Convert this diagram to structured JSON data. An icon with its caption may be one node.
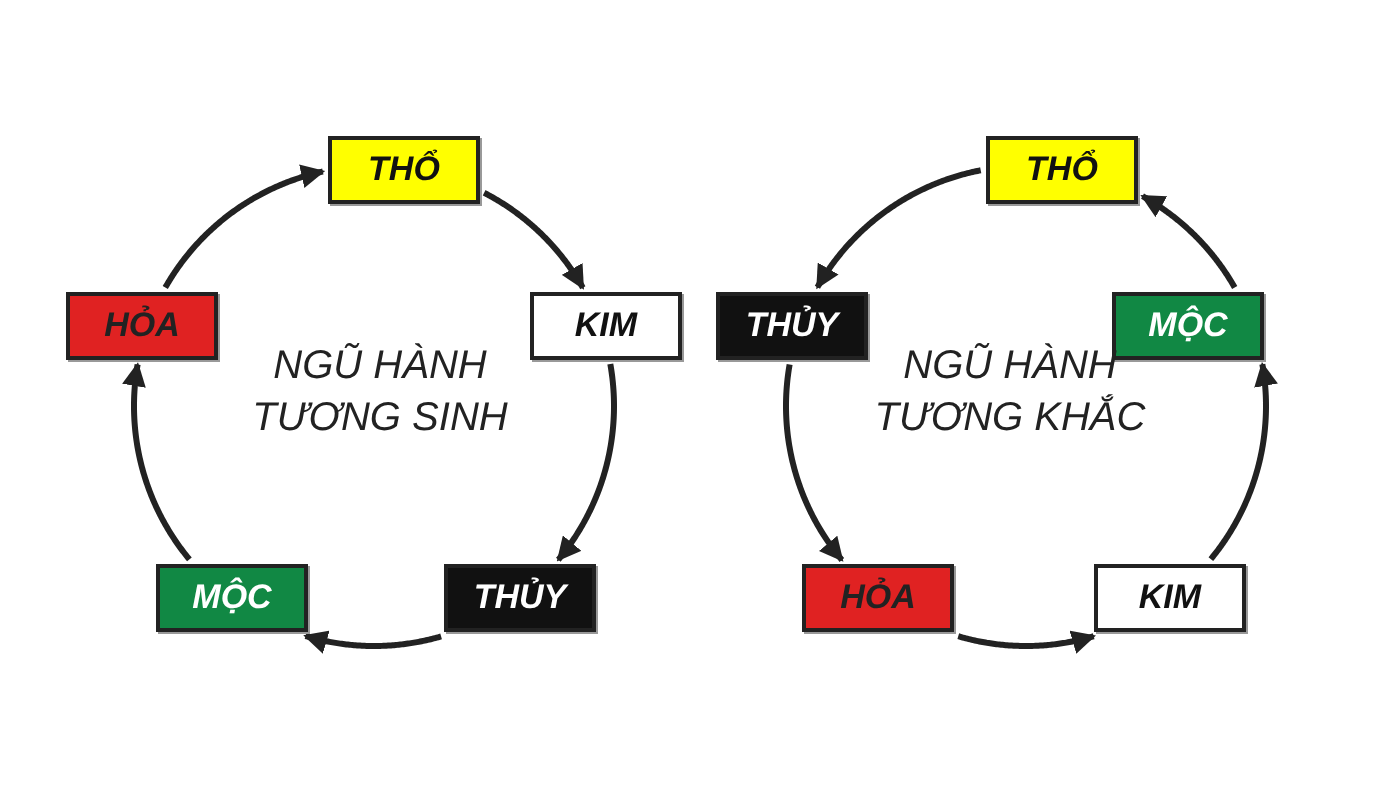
{
  "diagram": {
    "nodes": [
      {
        "text": [
          "THỔ"
        ]
      },
      {
        "text": [
          "KIM"
        ]
      },
      {
        "text": [
          "THỦY"
        ]
      },
      {
        "text": [
          "MỘC"
        ]
      },
      {
        "text": [
          "HỎA"
        ]
      },
      {
        "text": [
          "THỔ"
        ]
      },
      {
        "text": [
          "THỦY"
        ]
      },
      {
        "text": [
          "MỘC"
        ]
      },
      {
        "text": [
          "HỎA"
        ]
      },
      {
        "text": [
          "KIM"
        ]
      }
    ],
    "edges": [
      {
        "from": 0,
        "to": 1,
        "arrow": "to"
      },
      {
        "from": 1,
        "to": 2,
        "arrow": "to"
      },
      {
        "from": 2,
        "to": 3,
        "arrow": "to"
      },
      {
        "from": 3,
        "to": 4,
        "arrow": "to"
      },
      {
        "from": 4,
        "to": 0,
        "arrow": "to"
      },
      {
        "from": 7,
        "to": 5,
        "arrow": "to"
      },
      {
        "from": 5,
        "to": 6,
        "arrow": "to"
      },
      {
        "from": 6,
        "to": 8,
        "arrow": "to"
      },
      {
        "from": 8,
        "to": 9,
        "arrow": "to"
      },
      {
        "from": 9,
        "to": 7,
        "arrow": "to"
      }
    ],
    "labels": [
      "NGŨ HÀNH TƯƠNG SINH",
      "NGŨ HÀNH TƯƠNG KHẮC"
    ]
  }
}
